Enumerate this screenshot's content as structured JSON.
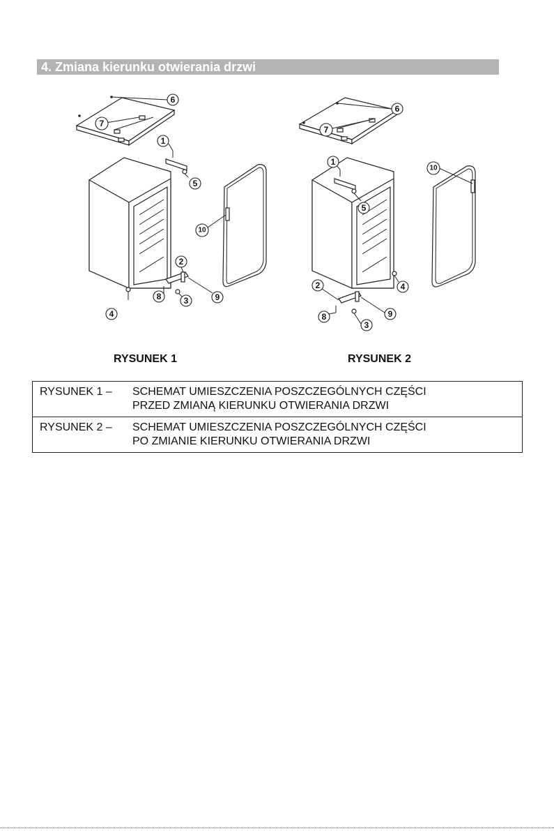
{
  "section": {
    "title": "4. Zmiana kierunku otwierania drzwi"
  },
  "figures": [
    {
      "caption": "RYSUNEK 1",
      "callouts": [
        "1",
        "2",
        "3",
        "4",
        "5",
        "6",
        "7",
        "8",
        "9",
        "10"
      ]
    },
    {
      "caption": "RYSUNEK 2",
      "callouts": [
        "1",
        "2",
        "3",
        "4",
        "5",
        "6",
        "7",
        "8",
        "9",
        "10"
      ]
    }
  ],
  "legend": [
    {
      "label": "RYSUNEK 1 –",
      "lines": [
        "SCHEMAT UMIESZCZENIA POSZCZEGÓLNYCH CZĘŚCI",
        "PRZED ZMIANĄ KIERUNKU OTWIERANIA DRZWI"
      ]
    },
    {
      "label": "RYSUNEK 2 –",
      "lines": [
        "SCHEMAT UMIESZCZENIA POSZCZEGÓLNYCH CZĘŚCI",
        "PO ZMIANIE KIERUNKU OTWIERANIA DRZWI"
      ]
    }
  ]
}
